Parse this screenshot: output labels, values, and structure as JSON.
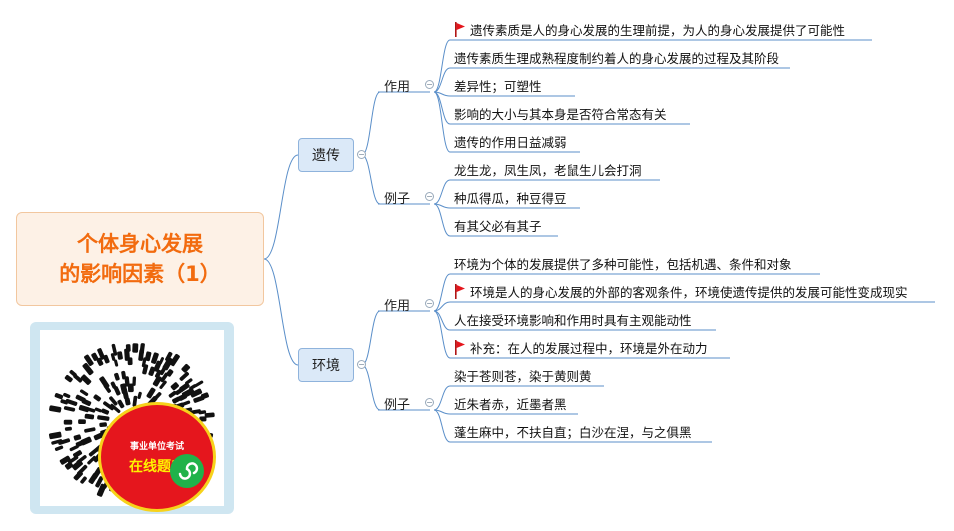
{
  "root": {
    "line1": "个体身心发展",
    "line2": "的影响因素（1）"
  },
  "branches": [
    {
      "label": "遗传",
      "groups": [
        {
          "label": "作用",
          "items": [
            {
              "text": "遗传素质是人的身心发展的生理前提，为人的身心发展提供了可能性",
              "flag": true
            },
            {
              "text": "遗传素质生理成熟程度制约着人的身心发展的过程及其阶段",
              "flag": false
            },
            {
              "text": "差异性；可塑性",
              "flag": false
            },
            {
              "text": "影响的大小与其本身是否符合常态有关",
              "flag": false
            },
            {
              "text": "遗传的作用日益减弱",
              "flag": false
            }
          ]
        },
        {
          "label": "例子",
          "items": [
            {
              "text": "龙生龙，凤生凤，老鼠生儿会打洞",
              "flag": false
            },
            {
              "text": "种瓜得瓜，种豆得豆",
              "flag": false
            },
            {
              "text": "有其父必有其子",
              "flag": false
            }
          ]
        }
      ]
    },
    {
      "label": "环境",
      "groups": [
        {
          "label": "作用",
          "items": [
            {
              "text": "环境为个体的发展提供了多种可能性，包括机遇、条件和对象",
              "flag": false
            },
            {
              "text": "环境是人的身心发展的外部的客观条件，环境使遗传提供的发展可能性变成现实",
              "flag": true
            },
            {
              "text": "人在接受环境影响和作用时具有主观能动性",
              "flag": false
            },
            {
              "text": "补充：在人的发展过程中，环境是外在动力",
              "flag": true
            }
          ]
        },
        {
          "label": "例子",
          "items": [
            {
              "text": "染于苍则苍，染于黄则黄",
              "flag": false
            },
            {
              "text": "近朱者赤，近墨者黑",
              "flag": false
            },
            {
              "text": "蓬生麻中，不扶自直；白沙在涅，与之俱黑",
              "flag": false
            }
          ]
        }
      ]
    }
  ],
  "qr": {
    "caption_top": "事业单位考试",
    "caption_main": "在线题库"
  },
  "icons": {
    "flag": "red-flag-icon",
    "collapse": "collapse-minus-icon",
    "mini_program": "mini-program-icon"
  },
  "colors": {
    "root_text": "#f26b0f",
    "root_fill": "#fdf1e6",
    "branch_fill": "#dbe9f8",
    "line": "#5b8fc9",
    "flag": "#e5161d"
  }
}
